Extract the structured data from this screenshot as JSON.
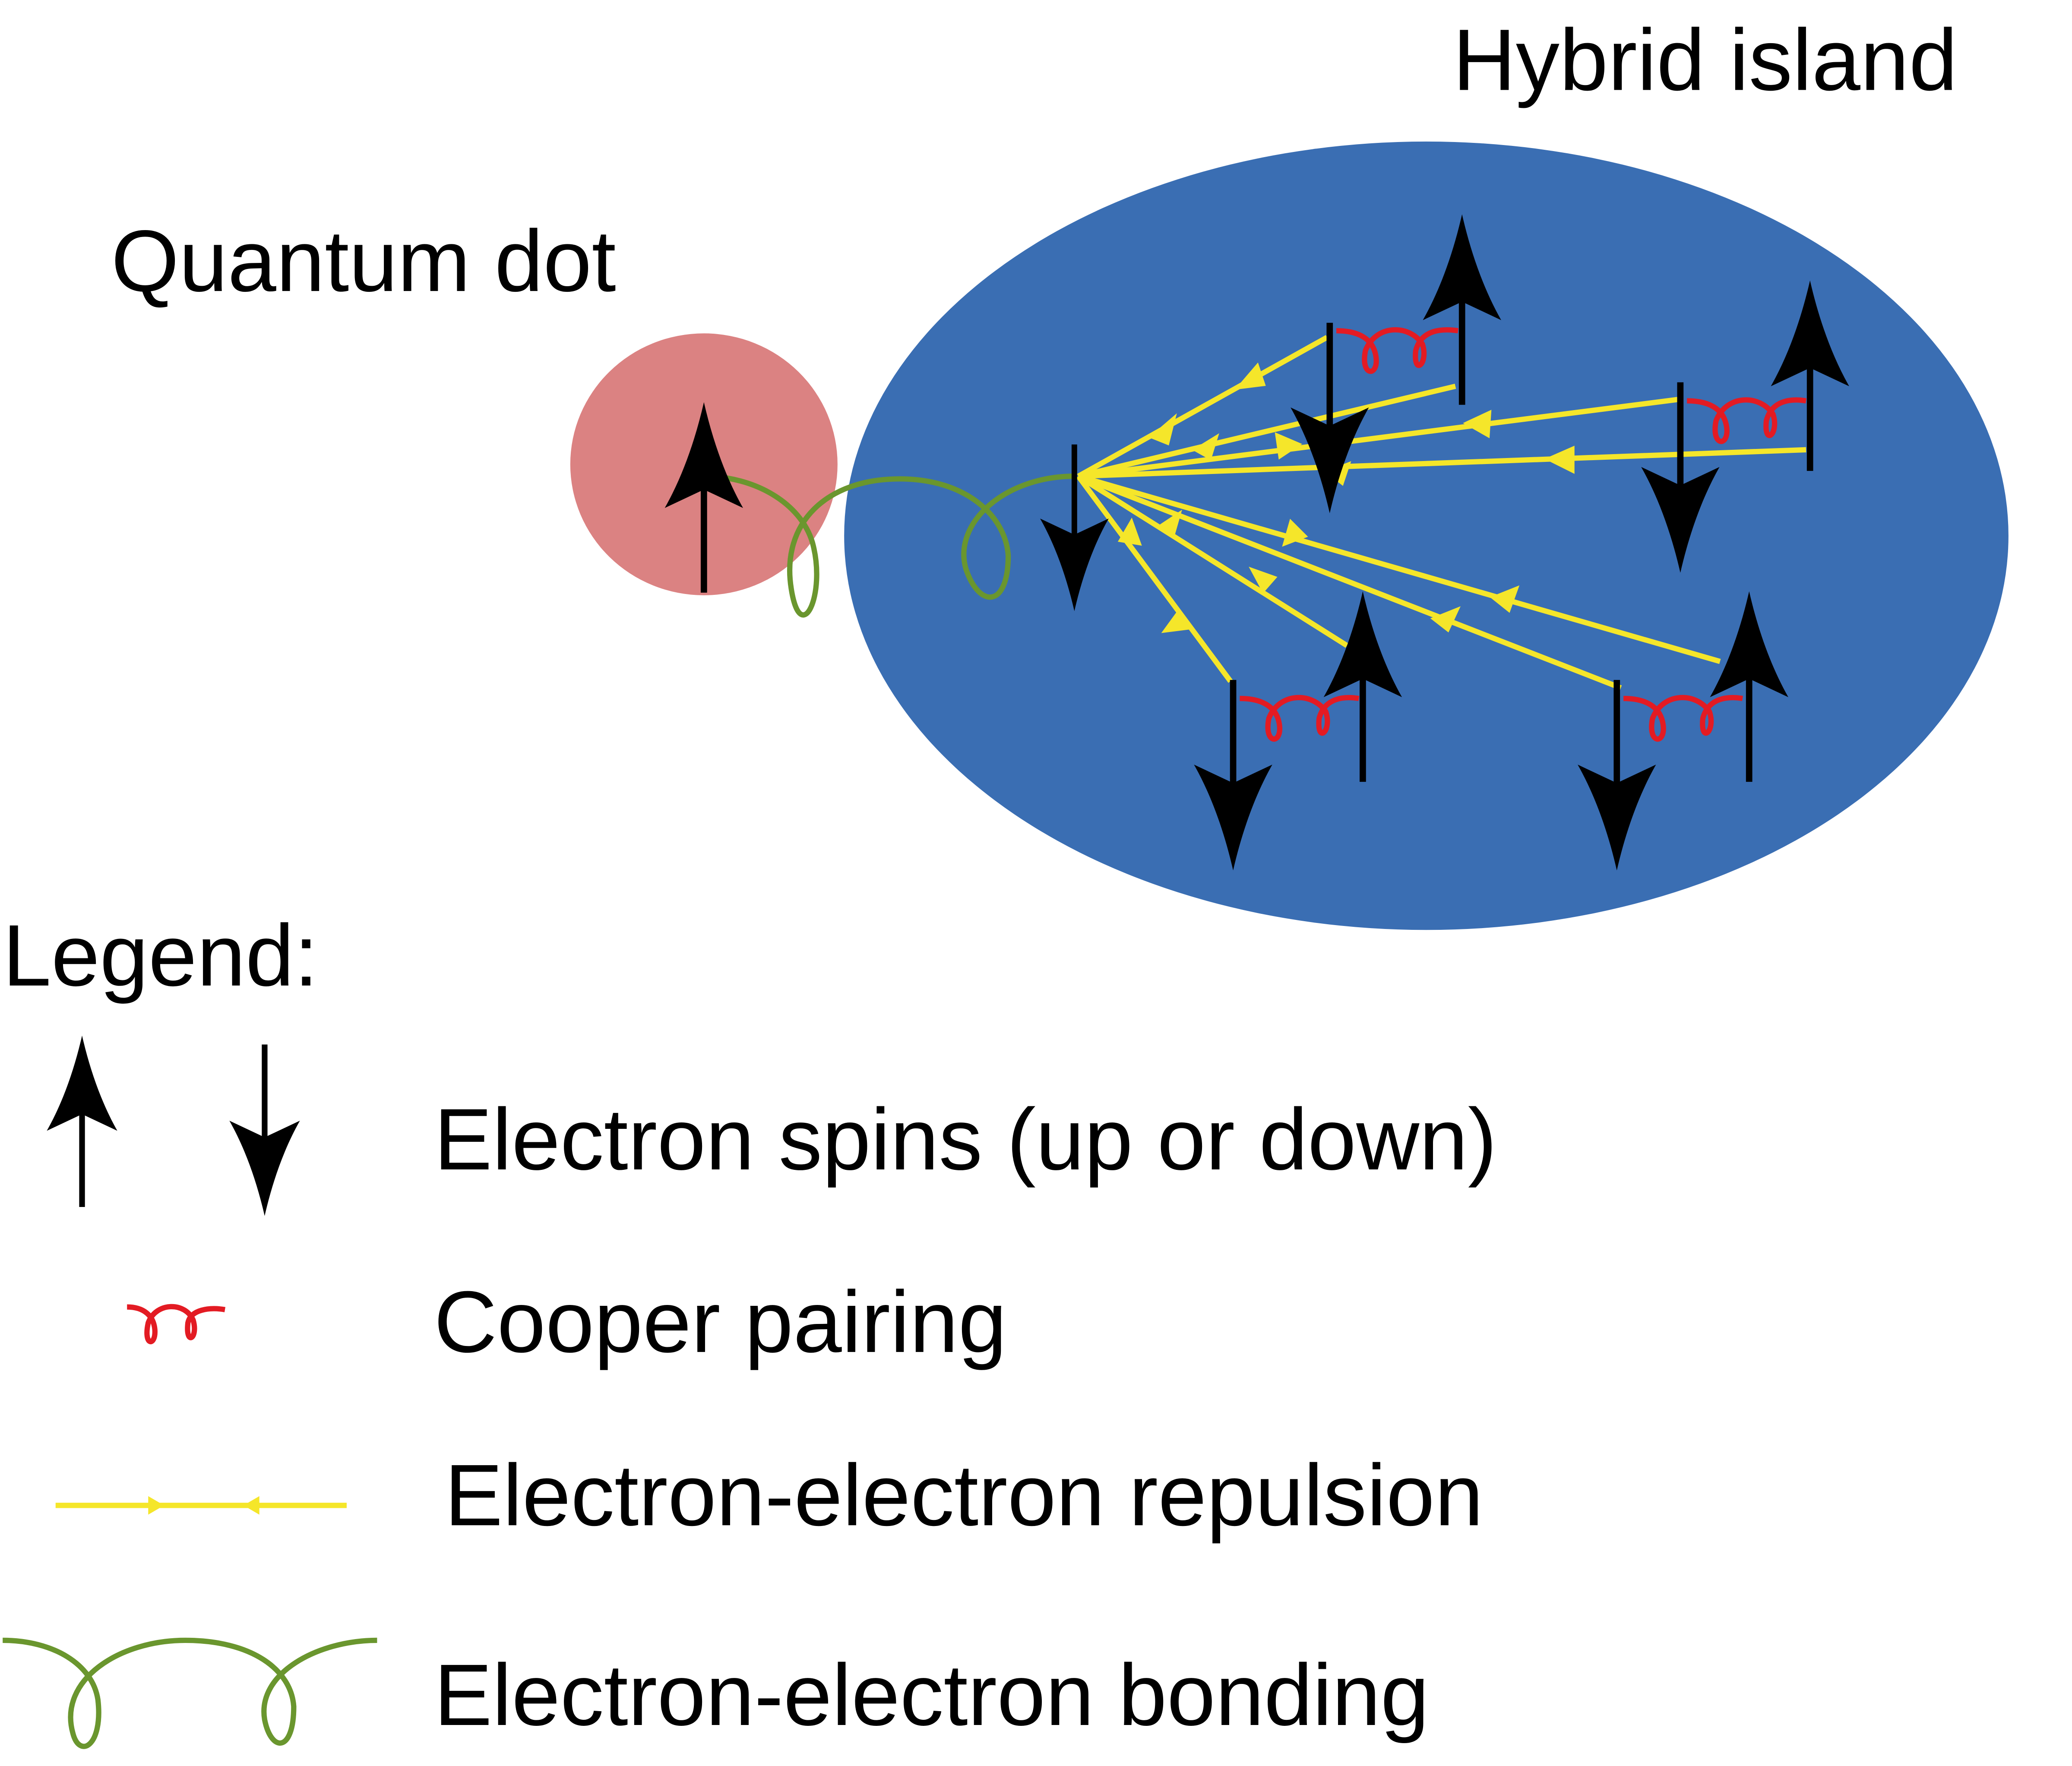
{
  "labels": {
    "hybrid_island": "Hybrid island",
    "quantum_dot": "Quantum dot"
  },
  "legend": {
    "title": "Legend:",
    "items": [
      {
        "icon": "spin-arrows-icon",
        "label": "Electron spins (up or down)"
      },
      {
        "icon": "cooper-pairing-icon",
        "label": "Cooper pairing"
      },
      {
        "icon": "repulsion-line-icon",
        "label": "Electron-electron repulsion"
      },
      {
        "icon": "bonding-loop-icon",
        "label": "Electron-electron bonding"
      }
    ]
  },
  "colors": {
    "quantum_dot": "#DB8282",
    "hybrid_island": "#3A6EB3",
    "bonding": "#6A962E",
    "repulsion": "#F5E62A",
    "cooper": "#E31B23",
    "spin": "#000000"
  }
}
